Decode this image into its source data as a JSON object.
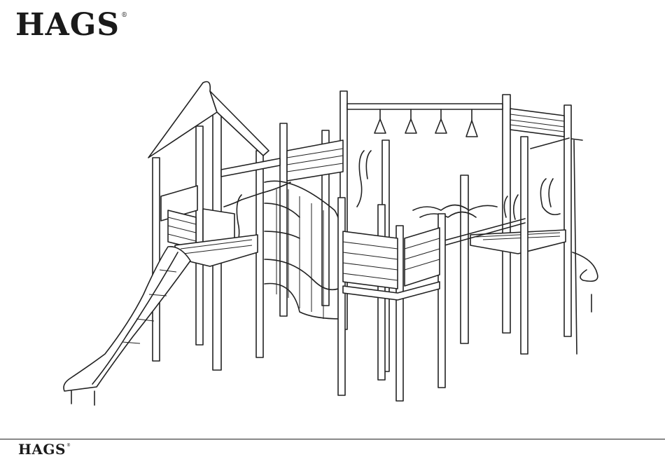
{
  "brand": {
    "logo_text": "HAGS",
    "registered_mark": "®",
    "footer_text": "HAGS"
  },
  "illustration": {
    "subject": "playground-structure",
    "icon": "playground-icon"
  },
  "colors": {
    "line": "#222222",
    "background": "#ffffff"
  }
}
